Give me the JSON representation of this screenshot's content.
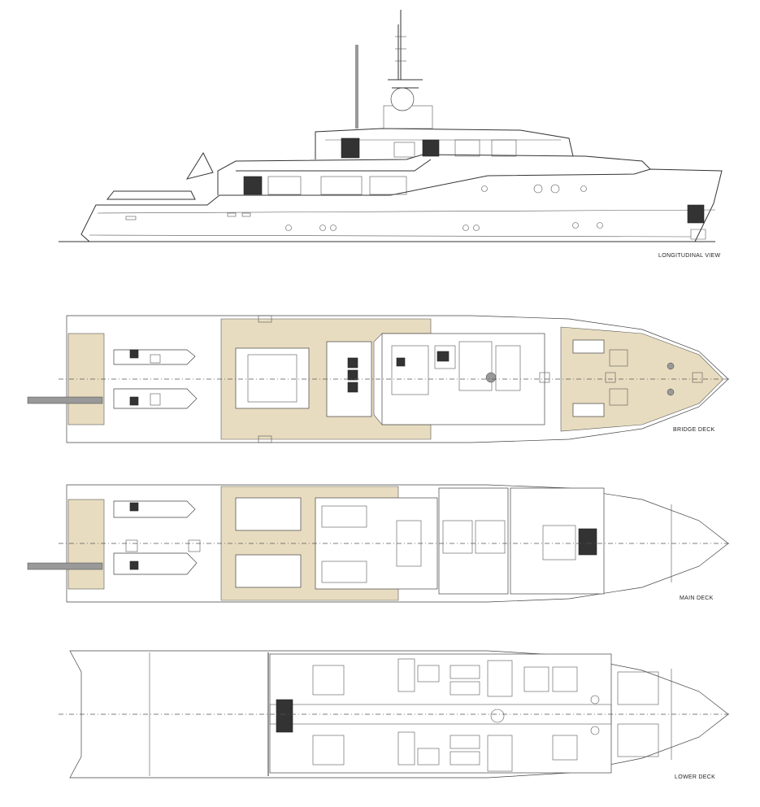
{
  "views": {
    "longitudinal": {
      "label": "LONGITUDINAL VIEW"
    },
    "bridge": {
      "label": "BRIDGE DECK"
    },
    "main": {
      "label": "MAIN DECK"
    },
    "lower": {
      "label": "LOWER DECK"
    }
  },
  "colors": {
    "teak_deck": "#e8dcc0",
    "line": "#333333",
    "background": "#ffffff"
  }
}
